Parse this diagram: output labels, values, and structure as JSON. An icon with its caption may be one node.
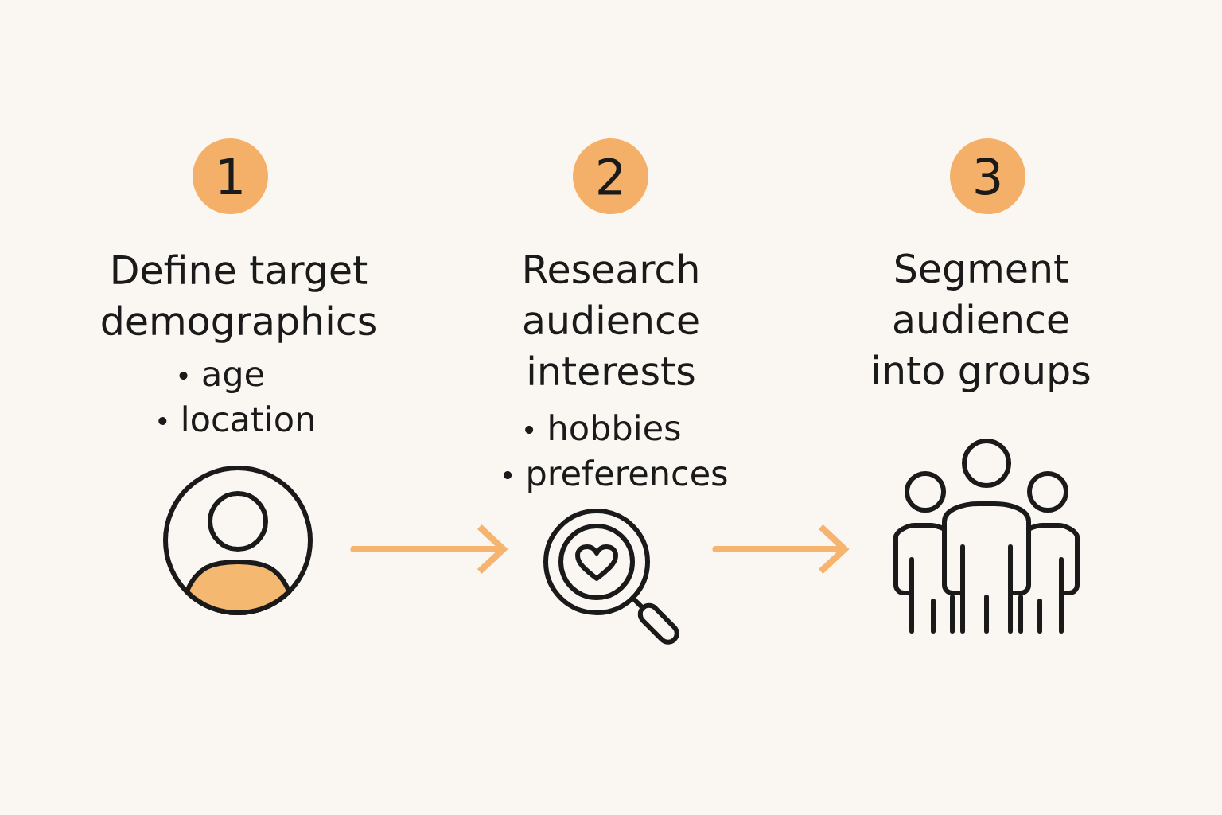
{
  "diagram": {
    "nodes": [
      {
        "text": [
          "1"
        ]
      },
      {
        "text": [],
        "shape": "person",
        "beside": [
          "Define target demographics",
          "age",
          "location"
        ]
      },
      {
        "text": [
          "2"
        ]
      },
      {
        "text": [],
        "shape": "picture",
        "beside": [
          "Research audience interests",
          "hobbies",
          "preferences"
        ]
      },
      {
        "text": [
          "3"
        ]
      },
      {
        "text": [],
        "shape": "person",
        "beside": [
          "Segment audience into groups"
        ]
      }
    ],
    "edges": [
      {
        "from": 1,
        "to": 3,
        "arrow": "to"
      },
      {
        "from": 3,
        "to": 5,
        "arrow": "to"
      }
    ]
  }
}
